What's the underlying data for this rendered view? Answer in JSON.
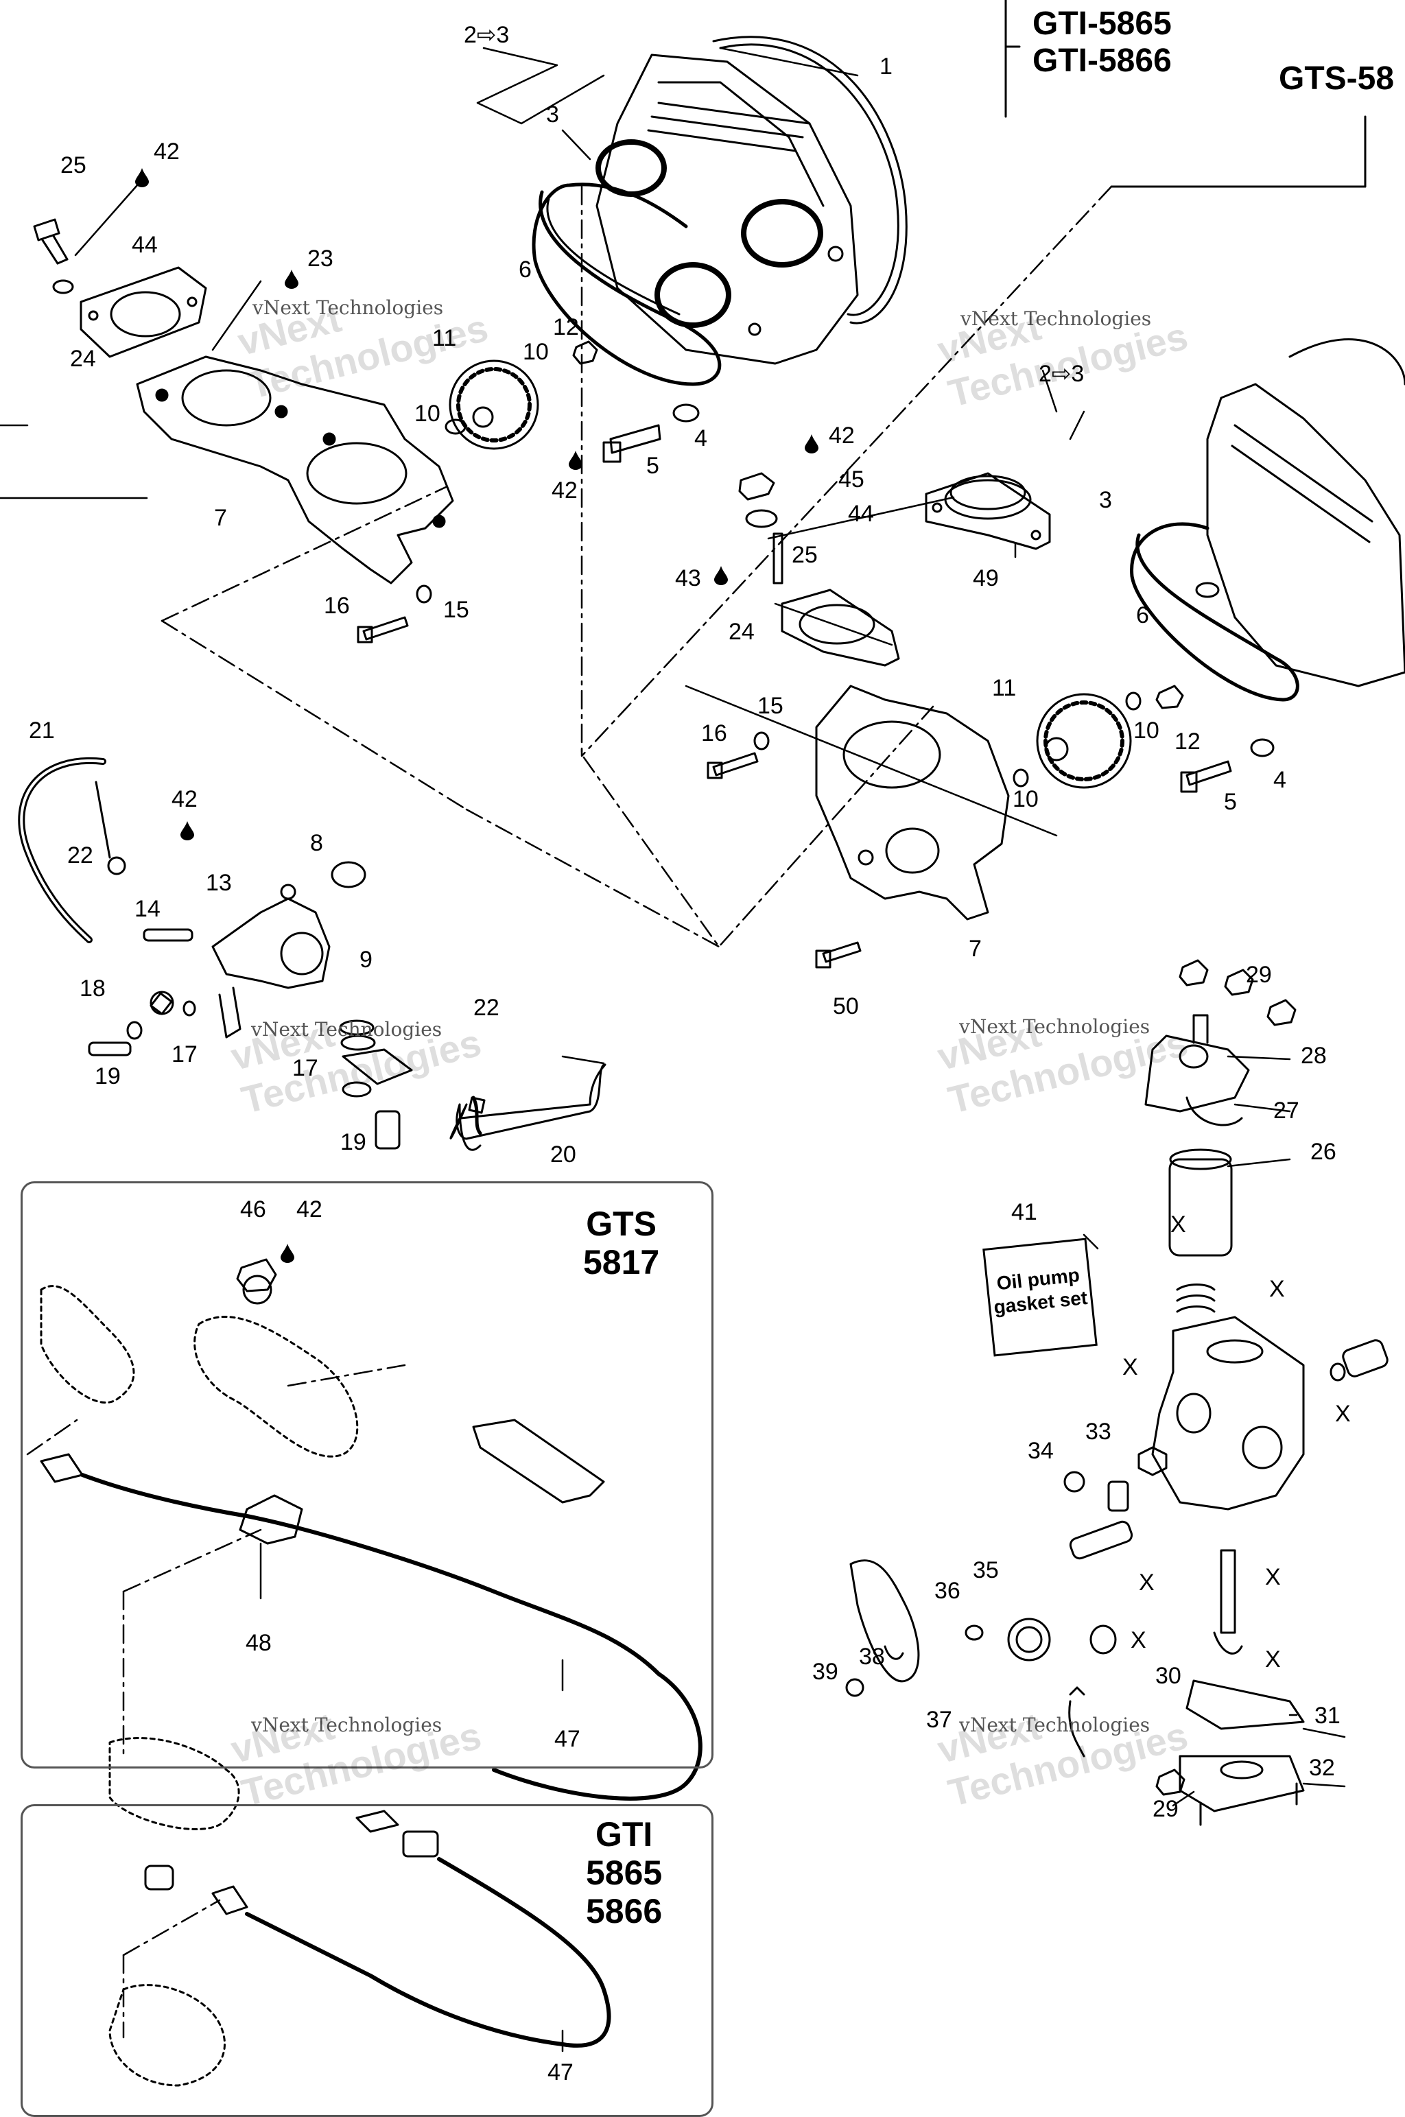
{
  "headers": {
    "gti_models": [
      "GTI-5865",
      "GTI-5866"
    ],
    "gts_model": "GTS-58"
  },
  "boxes": {
    "gts": {
      "lines": [
        "GTS",
        "5817"
      ]
    },
    "gti": {
      "lines": [
        "GTI",
        "5865",
        "5866"
      ]
    }
  },
  "kit_card": {
    "text_lines": [
      "Oil pump",
      "gasket set"
    ]
  },
  "symbols": {
    "replaced_by": "2⇨3",
    "marker_x": "X"
  },
  "watermark": {
    "brand": "vNext Technologies",
    "large": [
      "vNext",
      "Technologies"
    ]
  },
  "callouts": {
    "c1": "1",
    "c2": "2",
    "c3": "3",
    "c4": "4",
    "c5": "5",
    "c6": "6",
    "c7": "7",
    "c8": "8",
    "c9": "9",
    "c10": "10",
    "c11": "11",
    "c12": "12",
    "c13": "13",
    "c14": "14",
    "c15": "15",
    "c16": "16",
    "c17": "17",
    "c18": "18",
    "c19": "19",
    "c20": "20",
    "c21": "21",
    "c22": "22",
    "c23": "23",
    "c24": "24",
    "c25": "25",
    "c26": "26",
    "c27": "27",
    "c28": "28",
    "c29": "29",
    "c30": "30",
    "c31": "31",
    "c32": "32",
    "c33": "33",
    "c34": "34",
    "c35": "35",
    "c36": "36",
    "c37": "37",
    "c38": "38",
    "c39": "39",
    "c41": "41",
    "c42": "42",
    "c43": "43",
    "c44": "44",
    "c45": "45",
    "c46": "46",
    "c47": "47",
    "c48": "48",
    "c49": "49",
    "c50": "50"
  }
}
